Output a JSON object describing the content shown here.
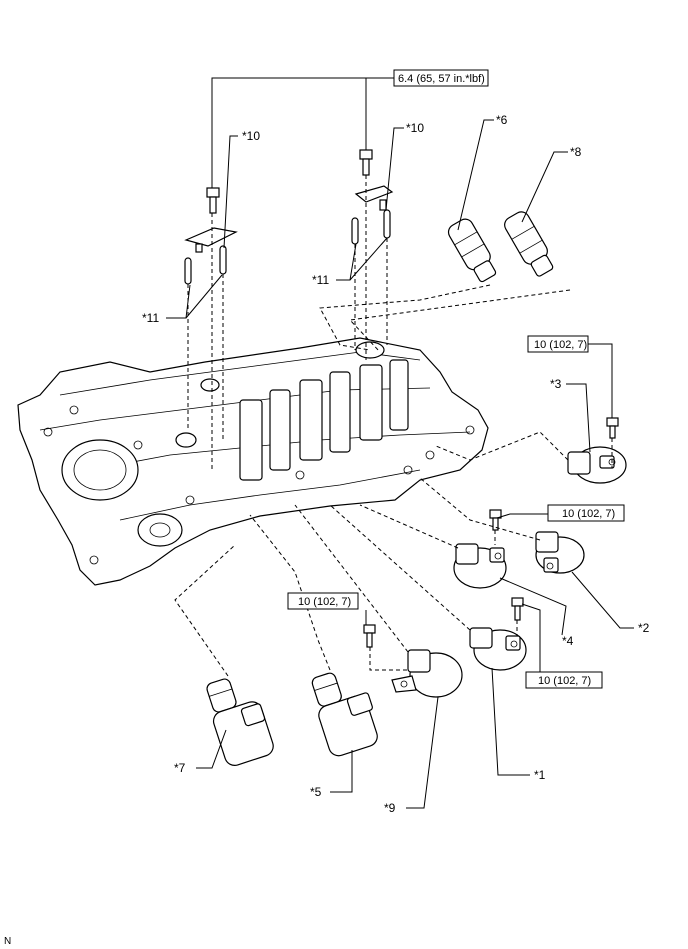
{
  "torque_specs": {
    "t1": "6.4 (65, 57 in.*lbf)",
    "t2": "10 (102, 7)",
    "t3": "10 (102, 7)",
    "t4": "10 (102, 7)",
    "t5": "10 (102, 7)"
  },
  "callouts": {
    "c10a": "*10",
    "c10b": "*10",
    "c6": "*6",
    "c8": "*8",
    "c11a": "*11",
    "c11b": "*11",
    "c3": "*3",
    "c2": "*2",
    "c4": "*4",
    "c1": "*1",
    "c7": "*7",
    "c5": "*5",
    "c9": "*9"
  },
  "corner_mark": "N"
}
